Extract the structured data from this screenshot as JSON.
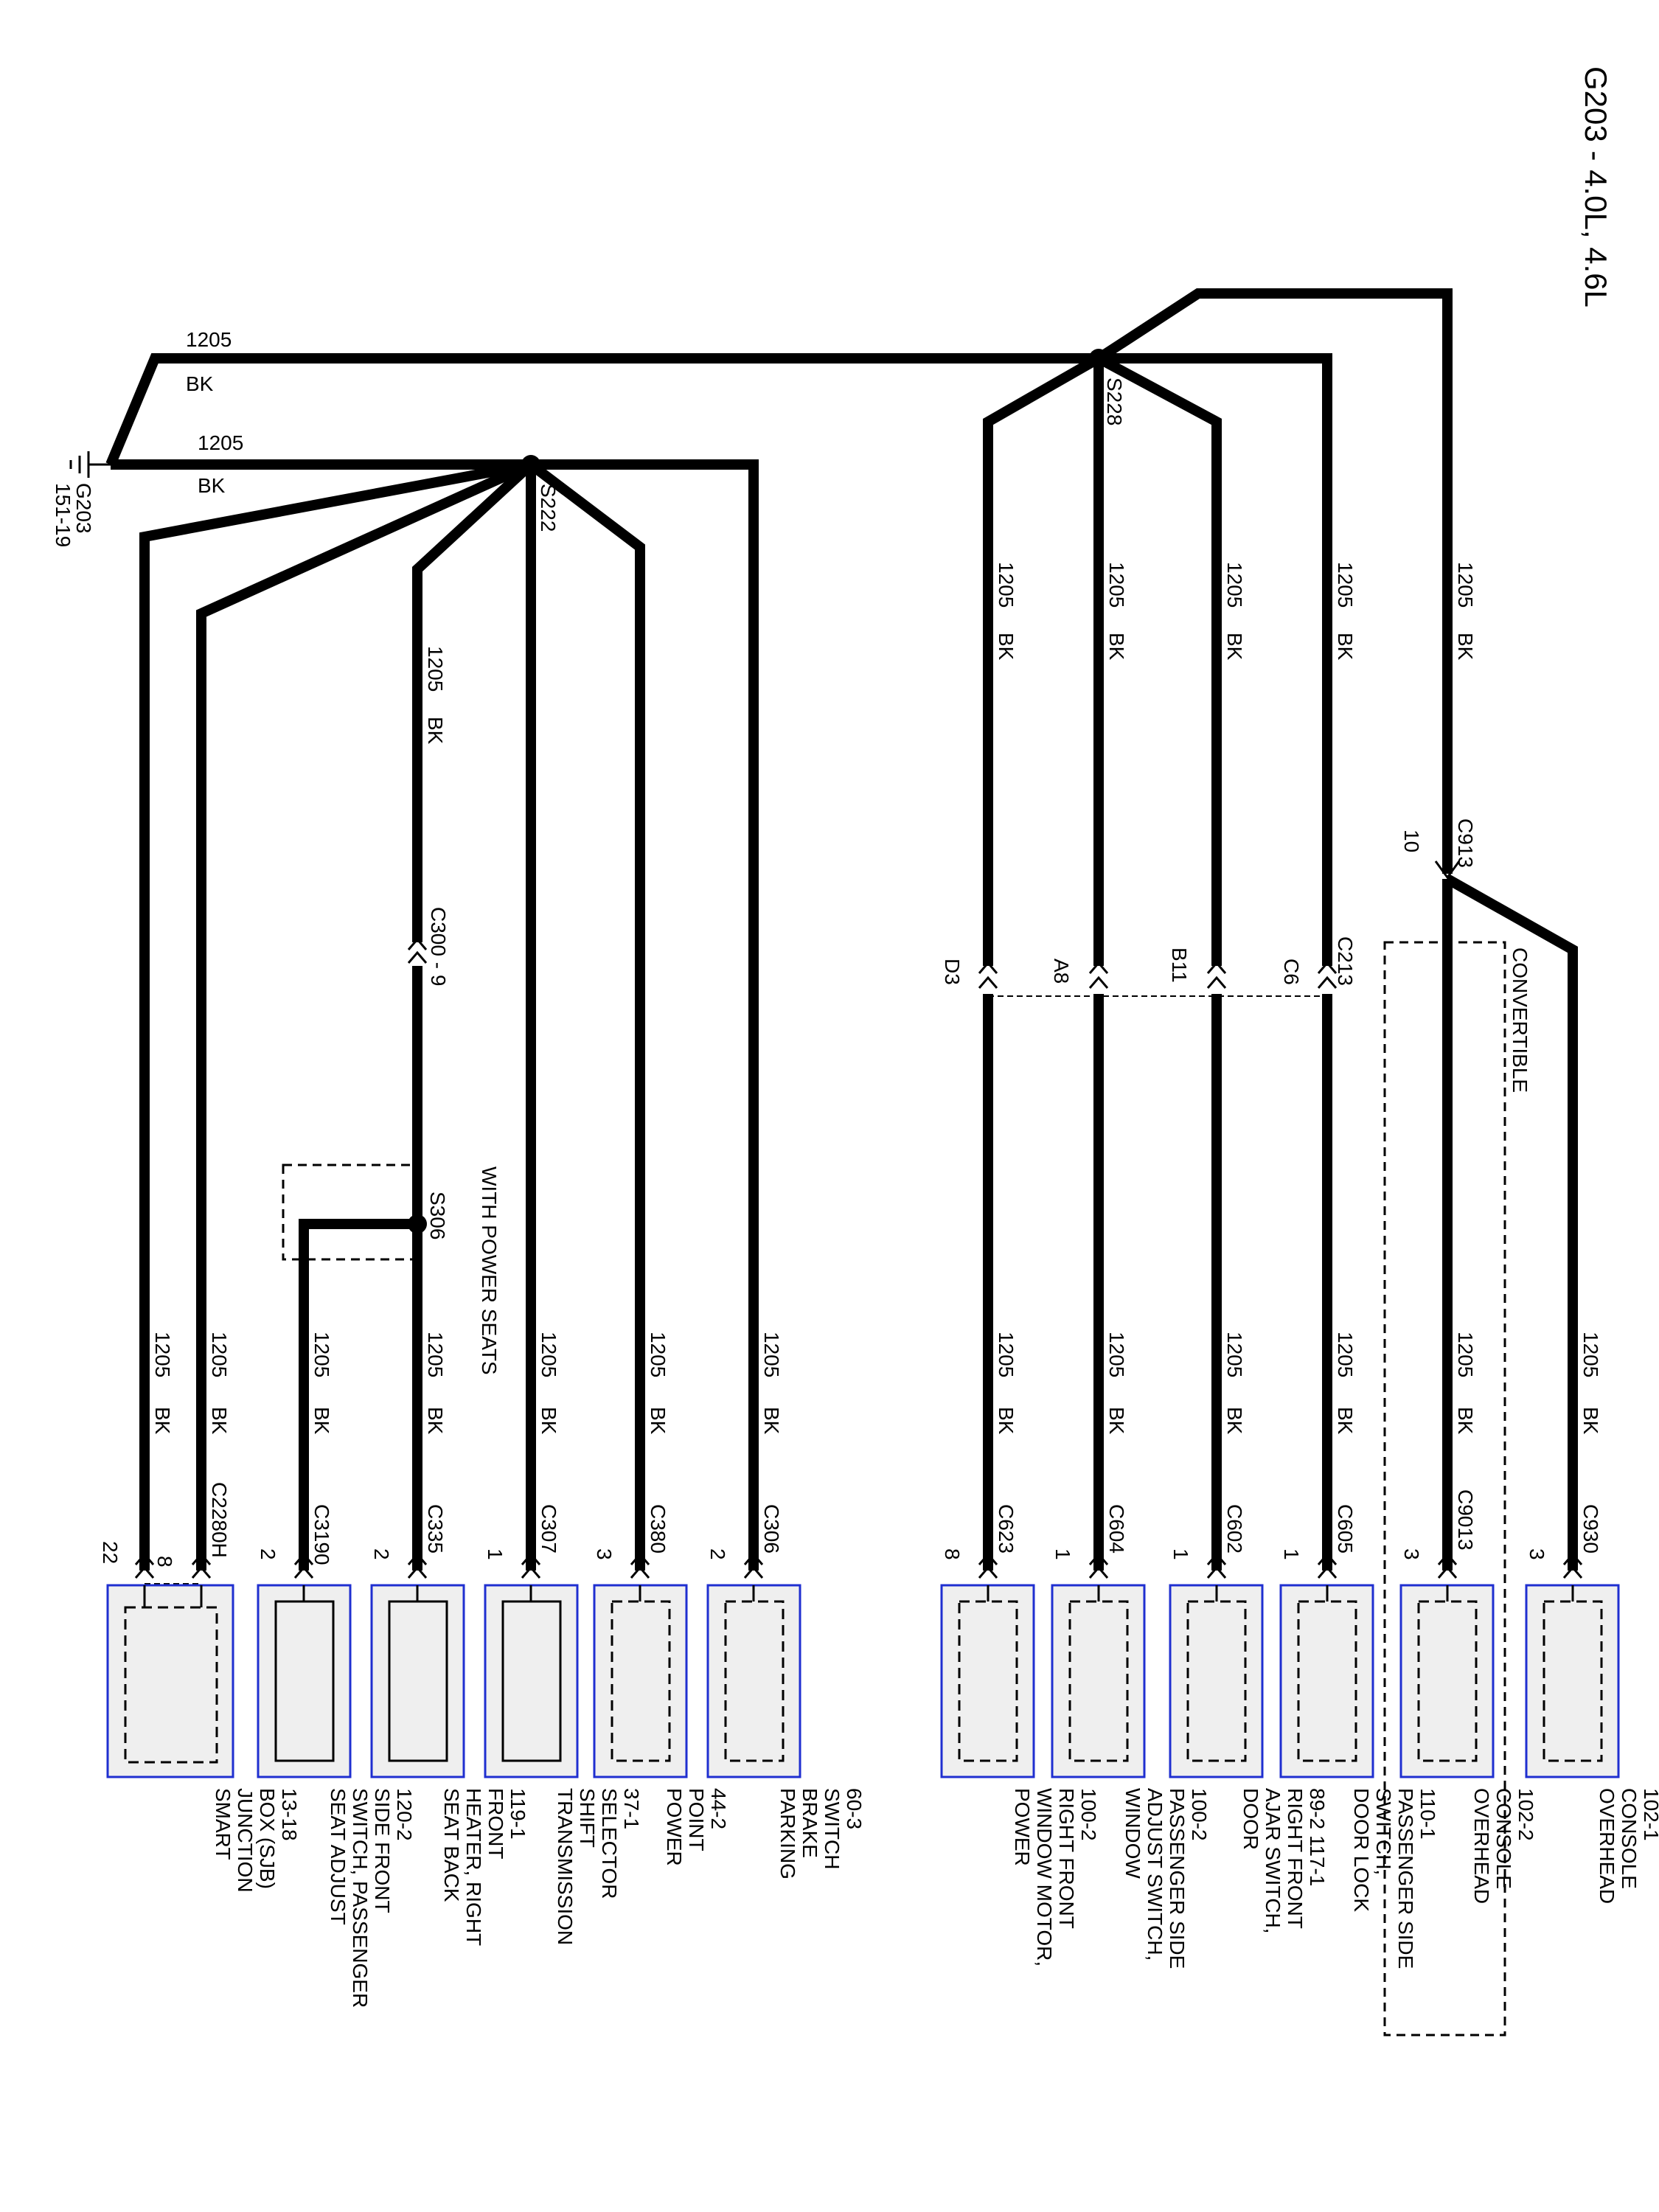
{
  "title": "G203 - 4.0L, 4.6L",
  "ground": {
    "id": "G203",
    "ref": "151-19"
  },
  "wire_labels": {
    "circuit": "1205",
    "color": "BK"
  },
  "splices": {
    "s228": "S228",
    "s222": "S222",
    "s306": "S306"
  },
  "connectors": {
    "c913": "C913",
    "c913_pin": "10",
    "c213": "C213",
    "c213_pins": [
      "C6",
      "B11",
      "A8",
      "D3"
    ],
    "c300": "C300 - 9"
  },
  "notes": {
    "convertible": "CONVERTIBLE",
    "power_seats": "WITH POWER SEATS"
  },
  "components": [
    {
      "conn": "C930",
      "pin": "3",
      "name": [
        "OVERHEAD",
        "CONSOLE",
        "102-1"
      ]
    },
    {
      "conn": "C9013",
      "pin": "3",
      "name": [
        "OVERHEAD",
        "CONSOLE",
        "102-2"
      ]
    },
    {
      "conn": "C605",
      "pin": "1",
      "name": [
        "DOOR LOCK",
        "SWITCH,",
        "PASSENGER SIDE",
        "110-1"
      ]
    },
    {
      "conn": "C602",
      "pin": "1",
      "name": [
        "DOOR",
        "AJAR SWITCH,",
        "RIGHT FRONT",
        "89-2    117-1"
      ]
    },
    {
      "conn": "C604",
      "pin": "1",
      "name": [
        "WINDOW",
        "ADJUST SWITCH,",
        "PASSENGER SIDE",
        "100-2"
      ]
    },
    {
      "conn": "C623",
      "pin": "8",
      "name": [
        "POWER",
        "WINDOW MOTOR,",
        "RIGHT FRONT",
        "100-2"
      ]
    },
    {
      "conn": "C306",
      "pin": "2",
      "name": [
        "PARKING",
        "BRAKE",
        "SWITCH",
        "60-3"
      ]
    },
    {
      "conn": "C380",
      "pin": "3",
      "name": [
        "POWER",
        "POINT",
        "44-2"
      ]
    },
    {
      "conn": "C307",
      "pin": "1",
      "name": [
        "TRANSMISSION",
        "SHIFT",
        "SELECTOR",
        "37-1"
      ]
    },
    {
      "conn": "C335",
      "pin": "2",
      "name": [
        "SEAT BACK",
        "HEATER, RIGHT",
        "FRONT",
        "119-1"
      ]
    },
    {
      "conn": "C3190",
      "pin": "2",
      "name": [
        "SEAT ADJUST",
        "SWITCH, PASSENGER",
        "SIDE FRONT",
        "120-2"
      ]
    },
    {
      "conn": "C2280H",
      "pin": "8",
      "pin2": "22",
      "name": [
        "SMART",
        "JUNCTION",
        "BOX (SJB)",
        "13-18"
      ]
    }
  ]
}
